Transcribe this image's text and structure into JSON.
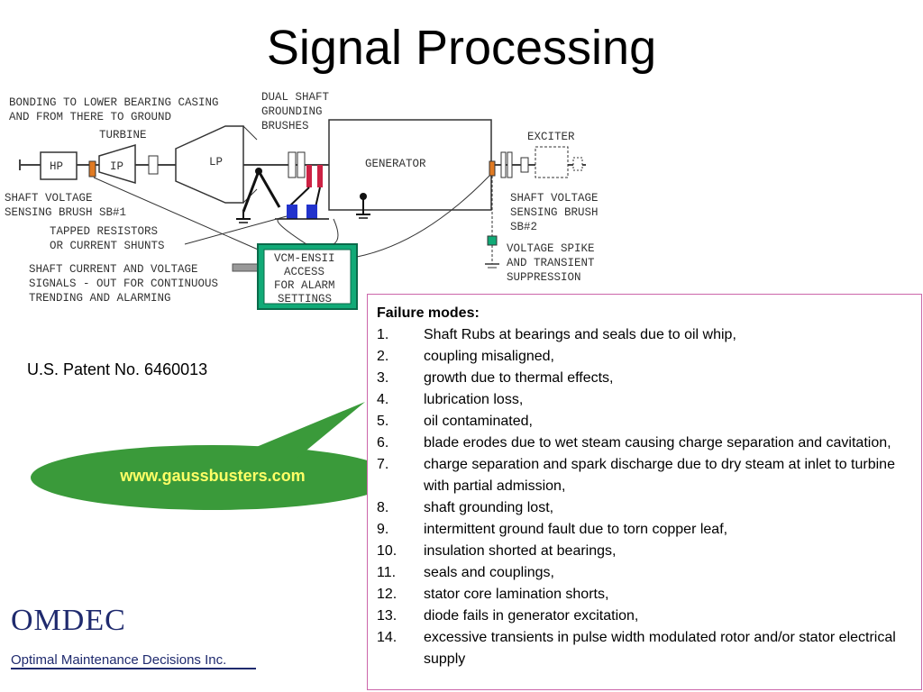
{
  "slide": {
    "title": "Signal Processing",
    "patent": "U.S. Patent No. 6460013",
    "callout_url": "www.gaussbusters.com"
  },
  "diagram": {
    "labels": {
      "bonding": [
        "BONDING TO LOWER BEARING CASING",
        "AND FROM THERE TO GROUND"
      ],
      "dual_shaft": [
        "DUAL SHAFT",
        "GROUNDING",
        "BRUSHES"
      ],
      "turbine": "TURBINE",
      "hp": "HP",
      "ip": "IP",
      "lp": "LP",
      "generator": "GENERATOR",
      "exciter": "EXCITER",
      "sensing_sb1": [
        "SHAFT VOLTAGE",
        "SENSING BRUSH SB#1"
      ],
      "sensing_sb2": [
        "SHAFT VOLTAGE",
        "SENSING BRUSH",
        "SB#2"
      ],
      "tapped": [
        "TAPPED RESISTORS",
        "OR CURRENT SHUNTS"
      ],
      "signals": [
        "SHAFT CURRENT AND VOLTAGE",
        "SIGNALS - OUT FOR CONTINUOUS",
        "TRENDING AND ALARMING"
      ],
      "vcm": [
        "VCM-ENSII",
        "ACCESS",
        "FOR ALARM",
        "SETTINGS"
      ],
      "spike": [
        "VOLTAGE SPIKE",
        "AND TRANSIENT",
        "SUPPRESSION"
      ]
    },
    "colors": {
      "brush_red": "#cc2244",
      "brush_blue": "#2233cc",
      "vcm_green": "#11aa77",
      "sensor_orange": "#e07a22",
      "callout_green": "#3a9a3a",
      "link_yellow": "#ffff66",
      "box_border": "#cc66aa",
      "brand_blue": "#1f2a6e"
    }
  },
  "failure": {
    "title": "Failure modes:",
    "items": [
      {
        "num": "1.",
        "text": "Shaft Rubs at bearings and seals due to oil whip,"
      },
      {
        "num": "2.",
        "text": "coupling misaligned,"
      },
      {
        "num": "3.",
        "text": "growth due to thermal effects,"
      },
      {
        "num": "4.",
        "text": "lubrication loss,"
      },
      {
        "num": "5.",
        "text": "oil contaminated,"
      },
      {
        "num": "6.",
        "text": "blade erodes due to wet steam causing charge separation and cavitation,"
      },
      {
        "num": "7.",
        "text": "charge separation and spark discharge due to dry steam at inlet to turbine with partial admission,"
      },
      {
        "num": "8.",
        "text": "shaft grounding lost,"
      },
      {
        "num": "9.",
        "text": "intermittent ground fault due to torn copper leaf,"
      },
      {
        "num": "10.",
        "text": "insulation shorted at bearings,"
      },
      {
        "num": "11.",
        "text": "seals and couplings,"
      },
      {
        "num": "12.",
        "text": "stator core lamination shorts,"
      },
      {
        "num": "13.",
        "text": "diode fails in generator excitation,"
      },
      {
        "num": "14.",
        "text": "excessive transients in pulse width modulated rotor and/or stator electrical supply"
      }
    ]
  },
  "brand": {
    "name": "OMDEC",
    "tagline": "Optimal Maintenance Decisions Inc."
  }
}
